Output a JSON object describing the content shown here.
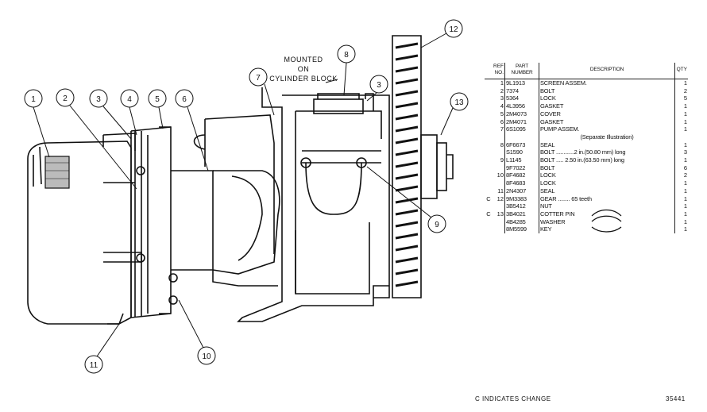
{
  "drawing": {
    "mount_label_lines": [
      "MOUNTED",
      "ON",
      "CYLINDER BLOCK"
    ],
    "callouts": [
      "1",
      "2",
      "3",
      "4",
      "5",
      "6",
      "7",
      "8",
      "3",
      "9",
      "10",
      "11",
      "12",
      "13"
    ]
  },
  "table": {
    "headers": {
      "mark": "",
      "ref": "REF NO.",
      "part": "PART NUMBER",
      "desc": "DESCRIPTION",
      "qty": "QTY"
    },
    "rows": [
      {
        "mark": "",
        "ref": "1",
        "part": "9L1913",
        "desc": "SCREEN ASSEM.",
        "qty": "1"
      },
      {
        "mark": "",
        "ref": "2",
        "part": "7374",
        "desc": "BOLT",
        "qty": "2"
      },
      {
        "mark": "",
        "ref": "3",
        "part": "5364",
        "desc": "LOCK",
        "qty": "5"
      },
      {
        "mark": "",
        "ref": "4",
        "part": "4L3956",
        "desc": "GASKET",
        "qty": "1"
      },
      {
        "mark": "",
        "ref": "5",
        "part": "2M4073",
        "desc": "COVER",
        "qty": "1"
      },
      {
        "mark": "",
        "ref": "6",
        "part": "2M4071",
        "desc": "GASKET",
        "qty": "1"
      },
      {
        "mark": "",
        "ref": "7",
        "part": "6S1095",
        "desc": "PUMP ASSEM.",
        "qty": "1"
      },
      {
        "mark": "",
        "ref": "",
        "part": "",
        "desc": "(Separate Illustration)",
        "qty": "",
        "note": true
      },
      {
        "mark": "",
        "ref": "8",
        "part": "6F6673",
        "desc": "SEAL",
        "qty": "1"
      },
      {
        "mark": "",
        "ref": "",
        "part": "S1590",
        "desc": "BOLT ............2 in.(50.80 mm) long",
        "qty": "3"
      },
      {
        "mark": "",
        "ref": "9",
        "part": "L1145",
        "desc": "BOLT ..... 2.50 in.(63.50 mm) long",
        "qty": "1"
      },
      {
        "mark": "",
        "ref": "",
        "part": "9F7022",
        "desc": "BOLT",
        "qty": "6"
      },
      {
        "mark": "",
        "ref": "10",
        "part": "8F4682",
        "desc": "LOCK",
        "qty": "2"
      },
      {
        "mark": "",
        "ref": "",
        "part": "8F4683",
        "desc": "LOCK",
        "qty": "1"
      },
      {
        "mark": "",
        "ref": "11",
        "part": "2N4307",
        "desc": "SEAL",
        "qty": "1"
      },
      {
        "mark": "C",
        "ref": "12",
        "part": "9M3383",
        "desc": "GEAR ........ 65 teeth",
        "qty": "1"
      },
      {
        "mark": "",
        "ref": "",
        "part": "3B5412",
        "desc": "NUT",
        "qty": "1"
      },
      {
        "mark": "C",
        "ref": "13",
        "part": "3B4021",
        "desc": "COTTER PIN",
        "qty": "1"
      },
      {
        "mark": "",
        "ref": "",
        "part": "4B4285",
        "desc": "WASHER",
        "qty": "1"
      },
      {
        "mark": "",
        "ref": "",
        "part": "8M5599",
        "desc": "KEY",
        "qty": "1"
      }
    ]
  },
  "footer": {
    "note": "C INDICATES CHANGE",
    "code": "35441"
  }
}
